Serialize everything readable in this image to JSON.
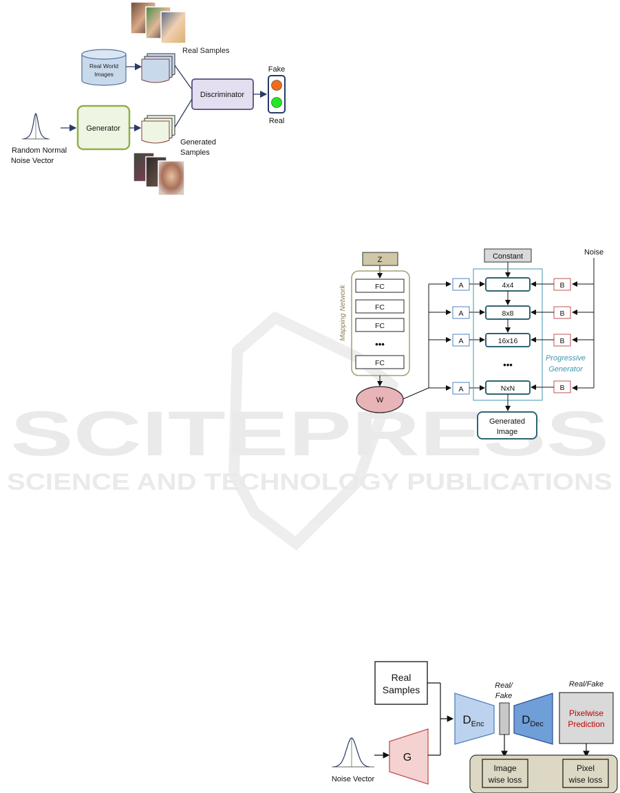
{
  "watermark": {
    "logo_text": "SCITEPRESS",
    "tagline": "SCIENCE AND TECHNOLOGY PUBLICATIONS",
    "color": "#e6e6e6"
  },
  "gan_diagram": {
    "real_world_images_line1": "Real World",
    "real_world_images_line2": "Images",
    "real_samples": "Real Samples",
    "discriminator": "Discriminator",
    "fake": "Fake",
    "real": "Real",
    "generator": "Generator",
    "generated_samples_line1": "Generated",
    "generated_samples_line2": "Samples",
    "noise_line1": "Random Normal",
    "noise_line2": "Noise Vector",
    "colors": {
      "database": "#c9d9ec",
      "discriminator": "#e4dff0",
      "generator": "#eef5e2",
      "generator_border": "#8db14a",
      "fake_light": "#ef6c1a",
      "real_light": "#22e622"
    }
  },
  "stylegan_diagram": {
    "z_label": "Z",
    "fc_layers": [
      "FC",
      "FC",
      "FC",
      "FC"
    ],
    "mapping_network": "Mapping Network",
    "w_label": "W",
    "constant": "Constant",
    "noise": "Noise",
    "resolutions": [
      "4x4",
      "8x8",
      "16x16",
      "NxN"
    ],
    "a_label": "A",
    "b_label": "B",
    "progressive_line1": "Progressive",
    "progressive_line2": "Generator",
    "generated_image_line1": "Generated",
    "generated_image_line2": "Image",
    "ellipsis": "•••",
    "colors": {
      "z_box": "#cfc7a6",
      "w_ellipse": "#e8b4b8",
      "teal": "#2e6471",
      "progressive_text": "#3f96ad",
      "b_border": "#c0504d"
    }
  },
  "unet_diagram": {
    "real_samples_line1": "Real",
    "real_samples_line2": "Samples",
    "g_label": "G",
    "d_enc_main": "D",
    "d_enc_sub": "Enc",
    "d_dec_main": "D",
    "d_dec_sub": "Dec",
    "real_fake_mid_line1": "Real/",
    "real_fake_mid_line2": "Fake",
    "real_fake_top": "Real/Fake",
    "pixelwise_line1": "Pixelwise",
    "pixelwise_line2": "Prediction",
    "image_loss_line1": "Image",
    "image_loss_line2": "wise loss",
    "pixel_loss_line1": "Pixel",
    "pixel_loss_line2": "wise loss",
    "noise_vector": "Noise Vector",
    "colors": {
      "g_fill": "#f5d2d2",
      "enc_fill": "#bcd2ee",
      "dec_fill": "#6f9ed8",
      "pixelwise_text": "#c00000",
      "loss_panel": "#ddd8c4"
    }
  }
}
